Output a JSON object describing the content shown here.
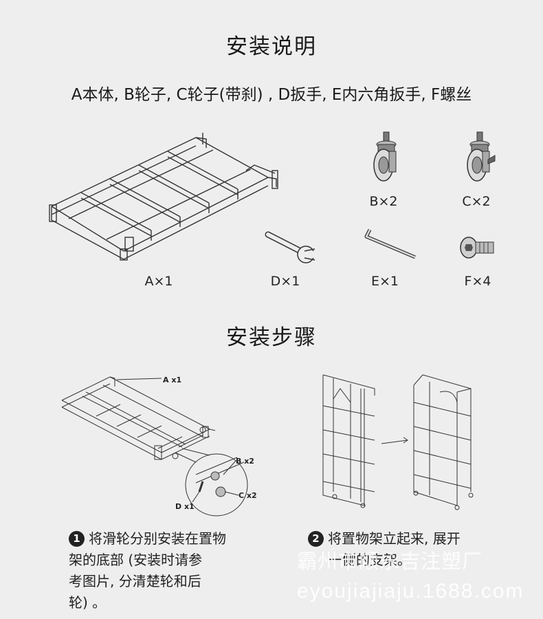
{
  "header": {
    "title": "安装说明",
    "parts_list": "A本体, B轮子, C轮子(带刹) , D扳手, E内六角扳手, F螺丝"
  },
  "parts": [
    {
      "name": "A本体",
      "caption": "A×1"
    },
    {
      "name": "B轮子",
      "caption": "B×2"
    },
    {
      "name": "C轮子(带刹)",
      "caption": "C×2"
    },
    {
      "name": "D扳手",
      "caption": "D×1"
    },
    {
      "name": "E内六角扳手",
      "caption": "E×1"
    },
    {
      "name": "F螺丝",
      "caption": "F×4"
    }
  ],
  "steps_section": {
    "title": "安装步骤",
    "diagram_labels": {
      "a": "A x1",
      "b": "B x2",
      "c": "C x2",
      "d": "D x1"
    },
    "steps": [
      {
        "number": "1",
        "lines": [
          "将滑轮分别安装在置物",
          "架的底部 (安装时请参",
          "考图片, 分清楚轮和后",
          "轮) 。"
        ]
      },
      {
        "number": "2",
        "lines": [
          "将置物架立起来, 展开",
          "一侧的支架。"
        ]
      }
    ]
  },
  "watermark": {
    "company": "霸州市顺永吉注塑厂",
    "site": "eyoujiajiaju.1688.com"
  }
}
